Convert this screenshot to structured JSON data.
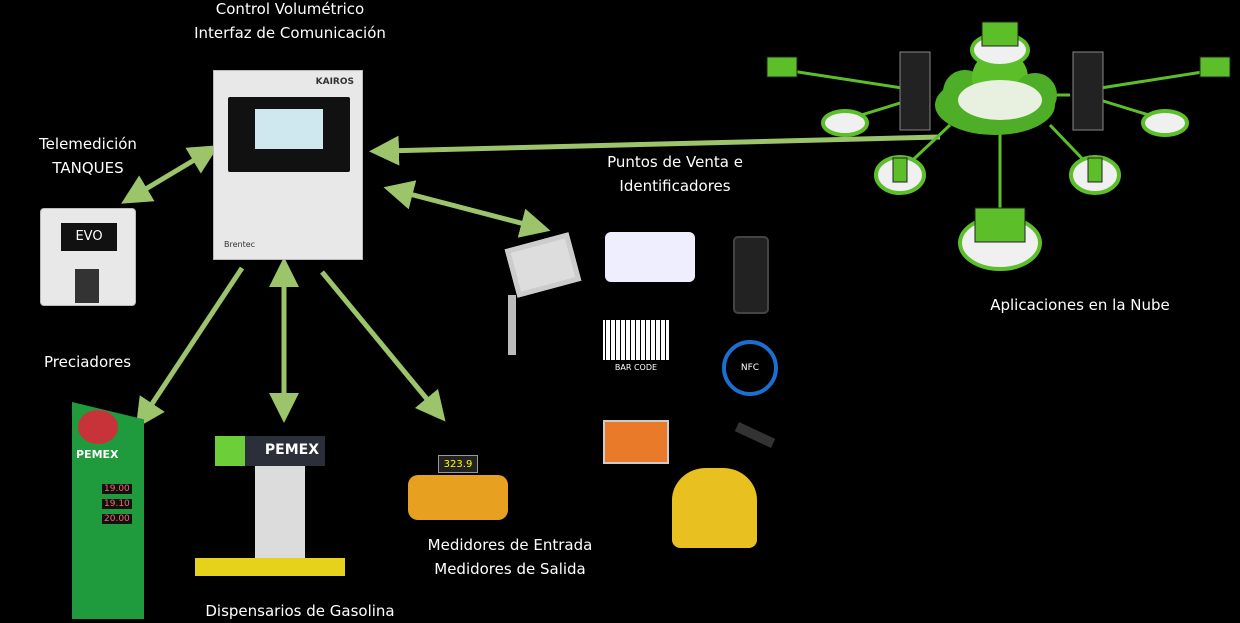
{
  "labels": {
    "control_line1": "Control Volumétrico",
    "control_line2": "Interfaz de Comunicación",
    "telemedicion_line1": "Telemedición",
    "telemedicion_line2": "TANQUES",
    "preciadores": "Preciadores",
    "dispensarios": "Dispensarios de Gasolina",
    "medidores_line1": "Medidores de Entrada",
    "medidores_line2": "Medidores de Salida",
    "puntos_line1": "Puntos de Venta e",
    "puntos_line2": "Identificadores",
    "nube": "Aplicaciones en la Nube"
  },
  "device_text": {
    "kairos": "KAIROS",
    "brentec": "Brentec",
    "evo": "EVO",
    "pemex": "PEMEX",
    "prices": [
      "19.00",
      "19.10",
      "20.00"
    ],
    "meter_reading": "323.9",
    "barcode": "BAR CODE",
    "nfc": "NFC"
  },
  "colors": {
    "arrow": "#9cc46a",
    "network": "#5cbf2a",
    "pemex_green": "#1f9a3c"
  }
}
